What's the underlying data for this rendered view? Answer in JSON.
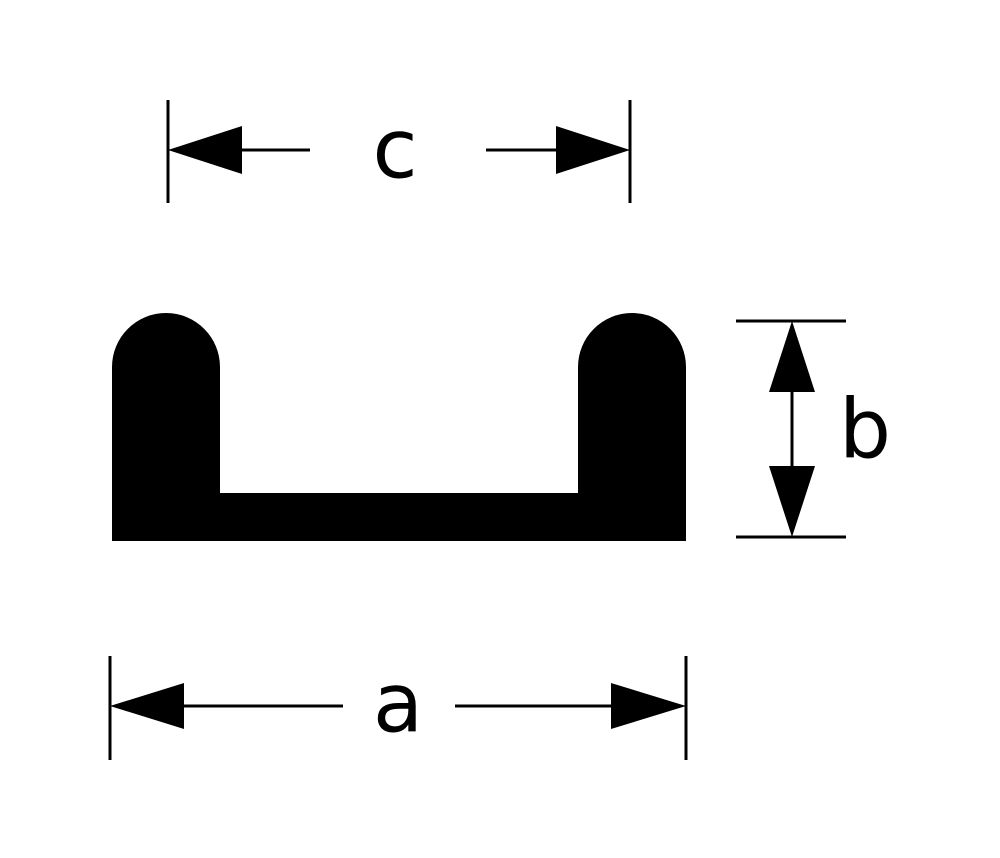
{
  "labels": {
    "c": "c",
    "b": "b",
    "a": "a"
  },
  "colors": {
    "profile": "#000000",
    "background": "#ffffff"
  }
}
